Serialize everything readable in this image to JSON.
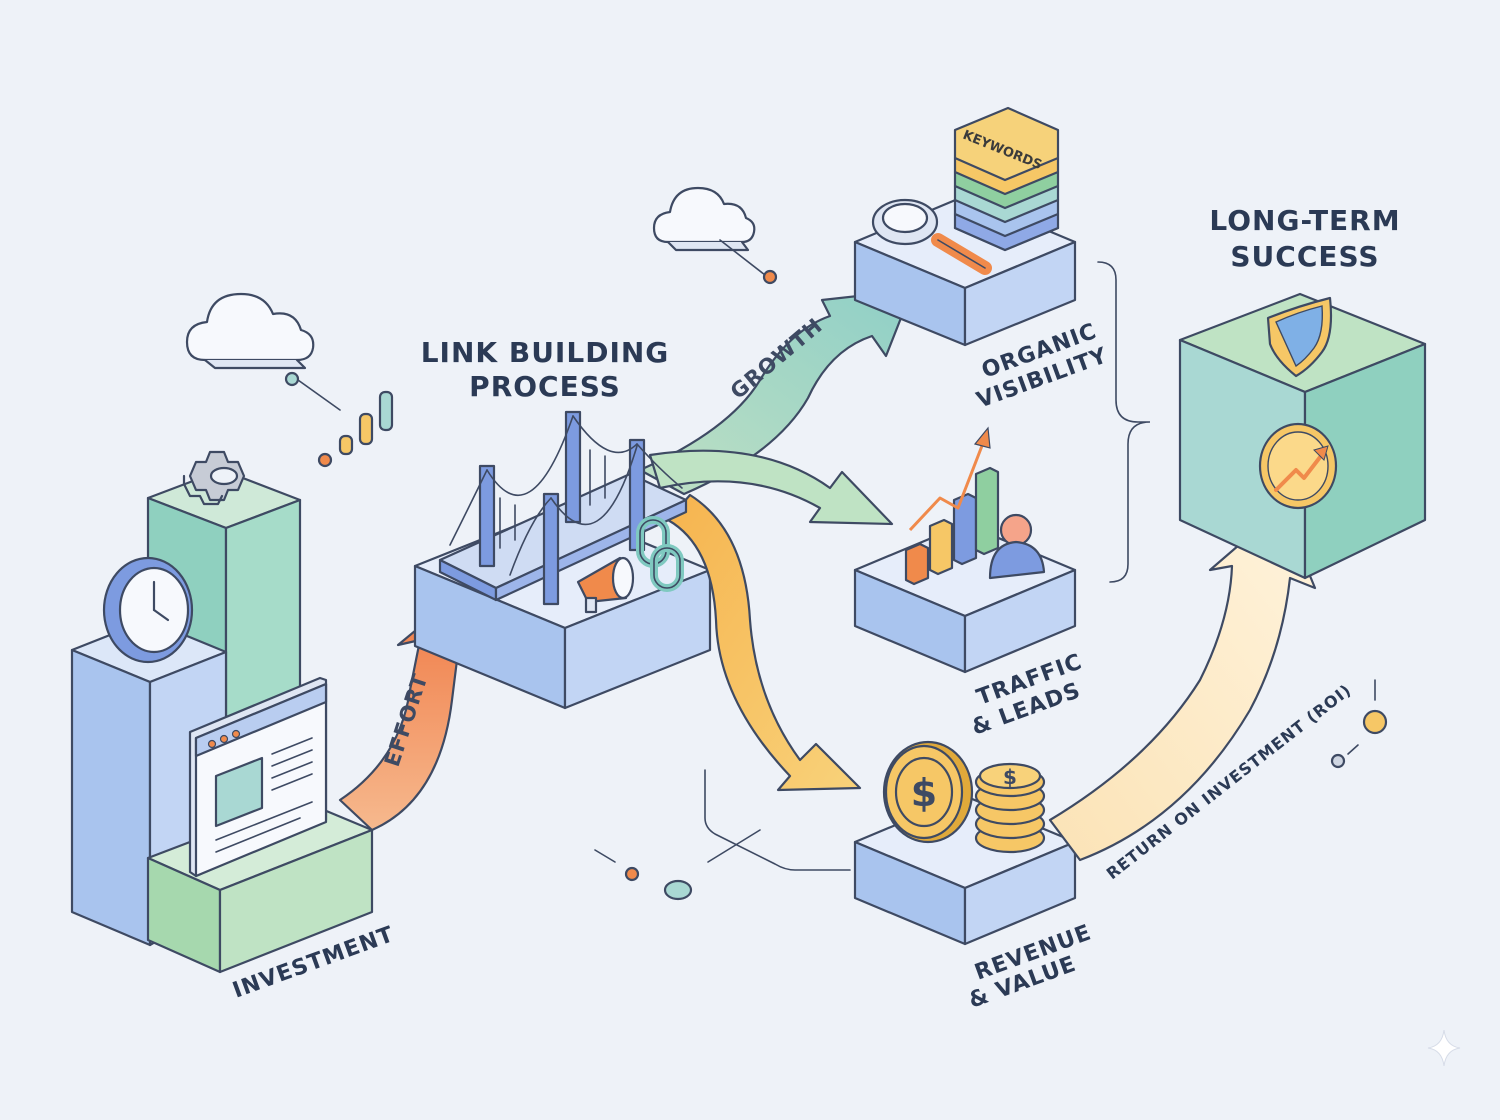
{
  "labels": {
    "link_building_line1": "LINK BUILDING",
    "link_building_line2": "PROCESS",
    "long_term_line1": "LONG-TERM",
    "long_term_line2": "SUCCESS",
    "investment": "INVESTMENT",
    "organic_line1": "ORGANIC",
    "organic_line2": "VISIBILITY",
    "traffic_line1": "TRAFFIC",
    "traffic_line2": "& LEADS",
    "revenue_line1": "REVENUE",
    "revenue_line2": "& VALUE",
    "keywords": "KEYWORDS"
  },
  "arrows": {
    "effort": "EFFORT",
    "growth": "GROWTH",
    "roi": "RETURN ON INVESTMENT (ROI)"
  },
  "icons": [
    "gear-icon",
    "clock-icon",
    "browser-window-icon",
    "bridge-icon",
    "megaphone-icon",
    "chain-link-icon",
    "magnifier-icon",
    "bar-chart-icon",
    "user-icon",
    "dollar-coin-icon",
    "coin-stack-icon",
    "shield-icon",
    "trend-up-icon",
    "cloud-icon",
    "sparkle-icon"
  ],
  "colors": {
    "background": "#eef2f8",
    "blue": "#b9cdf0",
    "green": "#bfe3c4",
    "teal": "#a9d8d3",
    "orange": "#f08a4b",
    "yellow": "#f6c766",
    "ink": "#3e4a63"
  }
}
